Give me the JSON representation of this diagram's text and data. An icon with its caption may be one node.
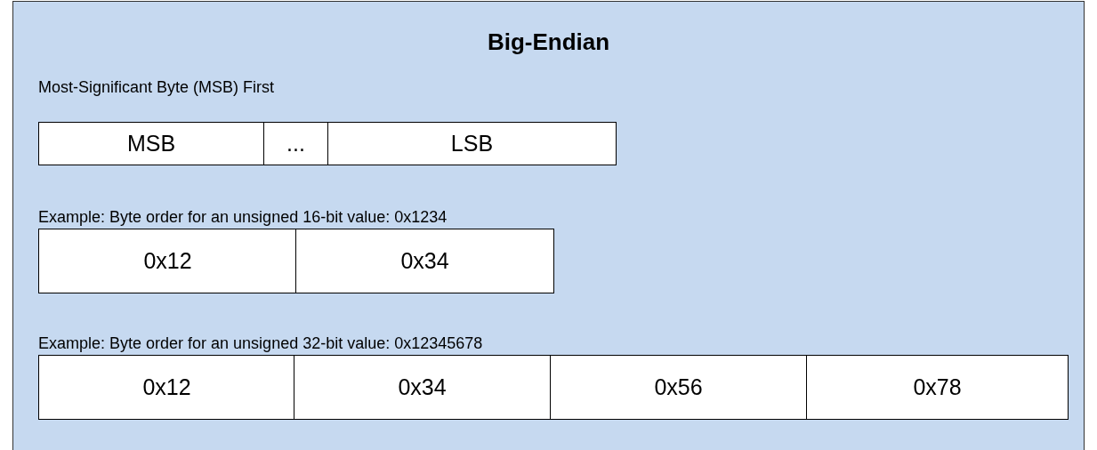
{
  "diagram": {
    "nodes": [
      {
        "text": [
          "Big-Endian"
        ]
      },
      {
        "text": [
          "MSB"
        ],
        "in": 0
      },
      {
        "text": [
          "..."
        ],
        "in": 0
      },
      {
        "text": [
          "LSB"
        ],
        "in": 0
      },
      {
        "text": [
          "0x12"
        ],
        "in": 0
      },
      {
        "text": [
          "0x34"
        ],
        "in": 0
      },
      {
        "text": [
          "0x12"
        ],
        "in": 0
      },
      {
        "text": [
          "0x34"
        ],
        "in": 0
      },
      {
        "text": [
          "0x56"
        ],
        "in": 0
      },
      {
        "text": [
          "0x78"
        ],
        "in": 0
      }
    ],
    "labels": [
      "Most-Significant Byte (MSB) First",
      "Example: Byte order for an unsigned 16-bit value: 0x1234",
      "Example: Byte order for an unsigned 32-bit value: 0x12345678"
    ]
  }
}
